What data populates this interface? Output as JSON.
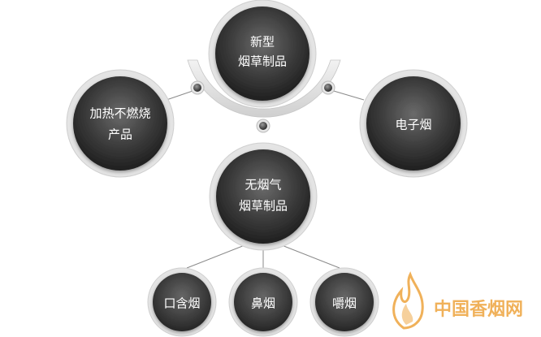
{
  "diagram": {
    "top_node": {
      "line1": "新型",
      "line2": "烟草制品"
    },
    "left_node": {
      "line1": "加热不燃烧",
      "line2": "产品"
    },
    "right_node": {
      "line1": "电子烟"
    },
    "center_node": {
      "line1": "无烟气",
      "line2": "烟草制品"
    },
    "bottom_nodes": [
      {
        "label": "口含烟"
      },
      {
        "label": "鼻烟"
      },
      {
        "label": "嚼烟"
      }
    ]
  },
  "watermark": {
    "text": "中国香烟网"
  },
  "colors": {
    "node_dark": "#2e2e2e",
    "node_mid": "#6b6b6b",
    "ring": "#d9d9d9",
    "connector": "#777777",
    "watermark": "#f0b15a"
  }
}
